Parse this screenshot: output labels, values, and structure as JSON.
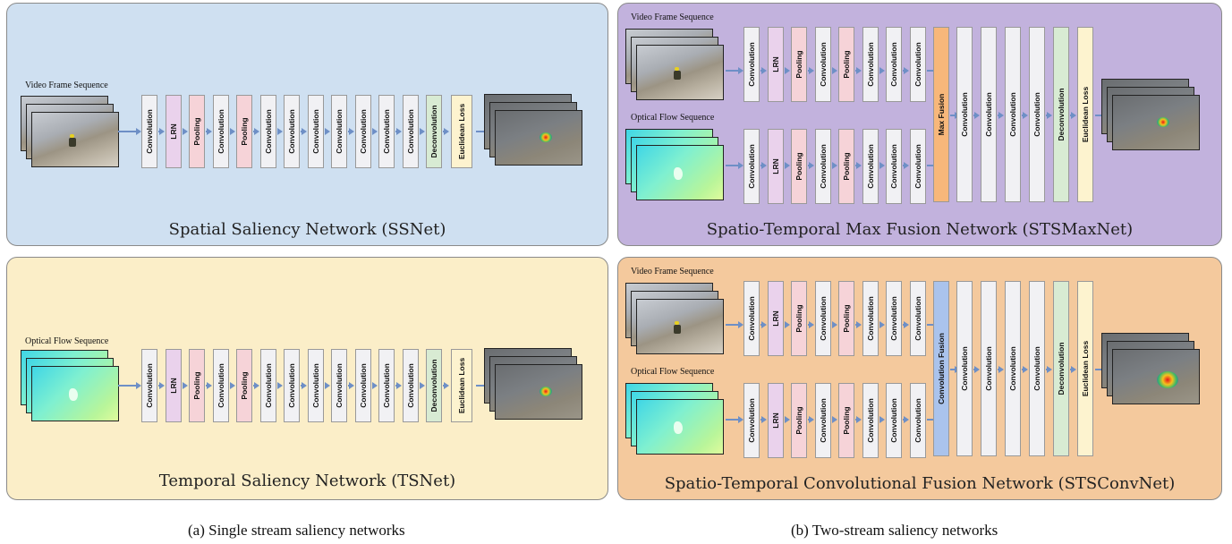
{
  "panels": {
    "ssnet": {
      "title": "Spatial Saliency Network (SSNet)",
      "input_label": "Video Frame Sequence"
    },
    "tsnet": {
      "title": "Temporal Saliency Network (TSNet)",
      "input_label": "Optical Flow  Sequence"
    },
    "stsmax": {
      "title": "Spatio-Temporal Max Fusion Network (STSMaxNet)",
      "video_label": "Video Frame Sequence",
      "flow_label": "Optical Flow  Sequence",
      "fusion": "Max Fusion"
    },
    "stsconv": {
      "title": "Spatio-Temporal Convolutional Fusion Network (STSConvNet)",
      "video_label": "Video Frame Sequence",
      "flow_label": "Optical Flow  Sequence",
      "fusion": "Convolution Fusion"
    }
  },
  "single_stream_layers": [
    "Convolution",
    "LRN",
    "Pooling",
    "Convolution",
    "Pooling",
    "Convolution",
    "Convolution",
    "Convolution",
    "Convolution",
    "Convolution",
    "Convolution",
    "Convolution",
    "Deconvolution",
    "Euclidean Loss"
  ],
  "stream_layers": [
    "Convolution",
    "LRN",
    "Pooling",
    "Convolution",
    "Pooling",
    "Convolution",
    "Convolution",
    "Convolution"
  ],
  "post_fusion_layers": [
    "Convolution",
    "Convolution",
    "Convolution",
    "Convolution",
    "Deconvolution",
    "Euclidean Loss"
  ],
  "captions": {
    "a": "(a) Single stream saliency networks",
    "b": "(b) Two-stream saliency networks"
  },
  "colors": {
    "ssnet_bg": "#cfe0f1",
    "tsnet_bg": "#fbeec8",
    "stsmax_bg": "#c2b2dd",
    "stsconv_bg": "#f4c99d",
    "conv": "#f1f1f4",
    "lrn": "#ead2ec",
    "pool": "#f6d3d8",
    "deconv": "#d8ebd3",
    "loss": "#fdf3cf",
    "maxfusion": "#f7b77a",
    "convfusion": "#aac3ec",
    "arrow": "#6e8fc6"
  }
}
